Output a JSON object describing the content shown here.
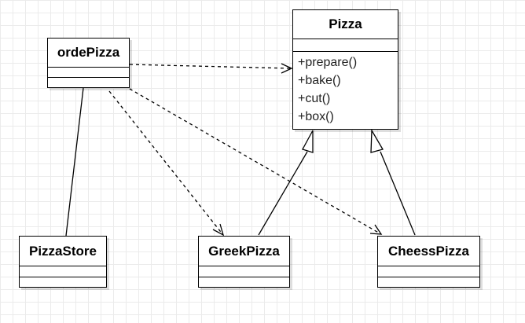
{
  "diagram": {
    "classes": {
      "pizza": {
        "name": "Pizza",
        "operations": [
          "+prepare()",
          "+bake()",
          "+cut()",
          "+box()"
        ]
      },
      "order_pizza": {
        "name": "ordePizza"
      },
      "pizza_store": {
        "name": "PizzaStore"
      },
      "greek_pizza": {
        "name": "GreekPizza"
      },
      "cheess_pizza": {
        "name": "CheessPizza"
      }
    },
    "relations": [
      {
        "from": "order_pizza",
        "to": "pizza",
        "kind": "dependency"
      },
      {
        "from": "order_pizza",
        "to": "greek_pizza",
        "kind": "dependency"
      },
      {
        "from": "order_pizza",
        "to": "cheess_pizza",
        "kind": "dependency"
      },
      {
        "from": "order_pizza",
        "to": "pizza_store",
        "kind": "association"
      },
      {
        "from": "greek_pizza",
        "to": "pizza",
        "kind": "generalization"
      },
      {
        "from": "cheess_pizza",
        "to": "pizza",
        "kind": "generalization"
      }
    ]
  }
}
